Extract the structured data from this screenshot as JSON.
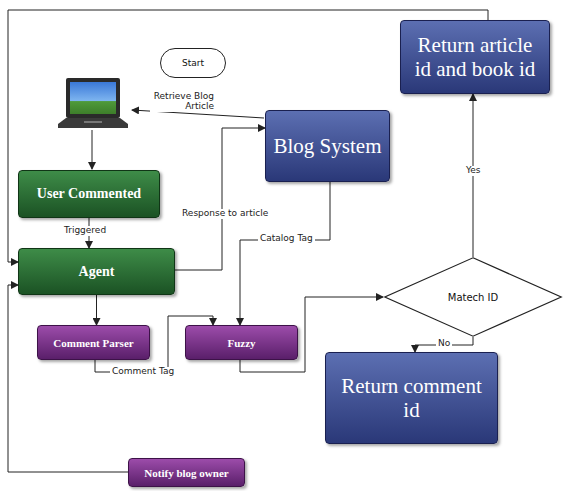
{
  "diagram": {
    "nodes": [
      {
        "text": [
          "Start"
        ]
      },
      {
        "text": [
          "Blog System"
        ]
      },
      {
        "text": [
          "Return article id and book id"
        ]
      },
      {
        "text": [
          "User Commented"
        ]
      },
      {
        "text": [
          "Agent"
        ]
      },
      {
        "text": [
          "Matech ID"
        ]
      },
      {
        "text": [
          "Comment Parser"
        ]
      },
      {
        "text": [
          "Fuzzy"
        ]
      },
      {
        "text": [
          "Return comment id"
        ]
      },
      {
        "text": [
          "Notify blog owner"
        ]
      }
    ],
    "edges": [
      {
        "from": 3,
        "to": 4,
        "label": "Triggered",
        "arrow": "to"
      },
      {
        "from": 4,
        "to": 1,
        "label": "Response to article",
        "arrow": "to"
      },
      {
        "from": 1,
        "to": 7,
        "label": "Catalog Tag",
        "arrow": "to"
      },
      {
        "from": 4,
        "to": 6,
        "arrow": "to"
      },
      {
        "from": 6,
        "to": 7,
        "label": "Comment Tag",
        "arrow": "to"
      },
      {
        "from": 7,
        "to": 5,
        "arrow": "to"
      },
      {
        "from": 5,
        "to": 2,
        "label": "Yes",
        "arrow": "to"
      },
      {
        "from": 5,
        "to": 8,
        "label": "No",
        "arrow": "to"
      },
      {
        "from": 9,
        "to": 4,
        "arrow": "to"
      },
      {
        "from": 2,
        "to": 4,
        "arrow": "to"
      }
    ],
    "labels": [
      "Retrieve Blog Article"
    ]
  }
}
